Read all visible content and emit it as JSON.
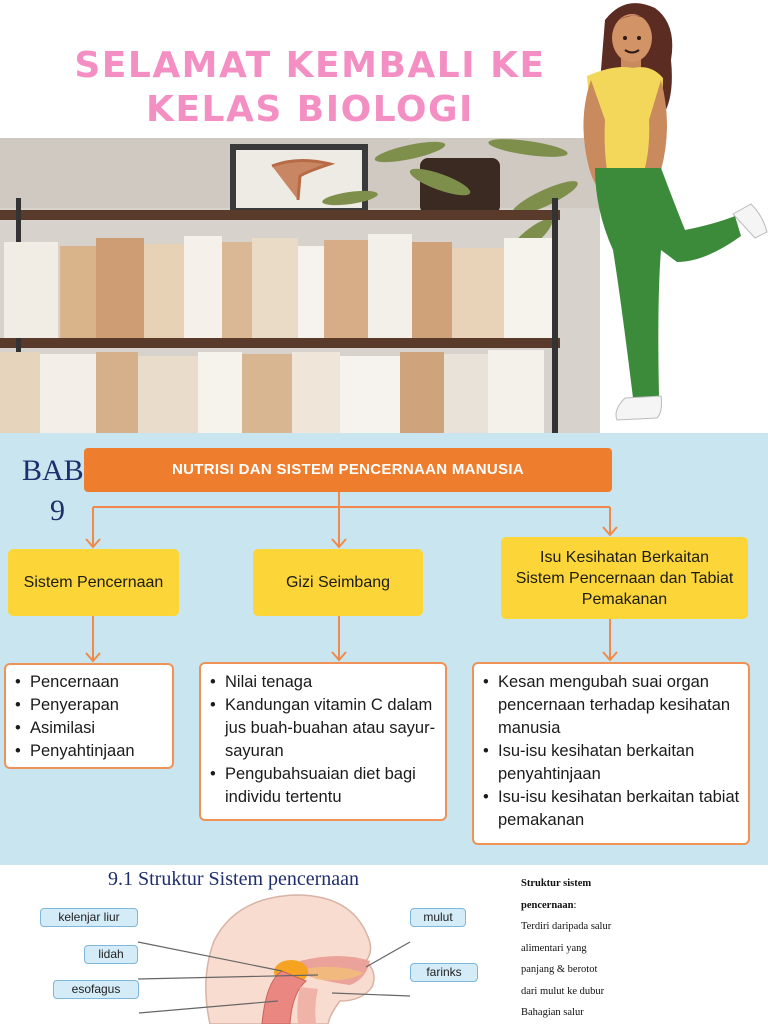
{
  "intro": {
    "title_line1": "SELAMAT KEMBALI KE",
    "title_line2": "KELAS BIOLOGI",
    "title_color": "#f48fc4",
    "photo": "bookshelf-with-plant-and-framed-leaf",
    "illustration": "girl-waving-icon"
  },
  "chapter": {
    "label": "BAB",
    "number": "9",
    "heading": "NUTRISI DAN SISTEM PENCERNAAN MANUSIA",
    "heading_color": "#ef7d2e",
    "category_color": "#fcd638",
    "background": "#c9e6f0",
    "categories": [
      {
        "title": "Sistem Pencernaan",
        "items": [
          "Pencernaan",
          "Penyerapan",
          "Asimilasi",
          "Penyahtinjaan"
        ]
      },
      {
        "title": "Gizi Seimbang",
        "items": [
          "Nilai tenaga",
          "Kandungan vitamin C dalam jus buah-buahan atau sayur-sayuran",
          "Pengubahsuaian diet bagi individu tertentu"
        ]
      },
      {
        "title": "Isu Kesihatan Berkaitan Sistem Pencernaan dan Tabiat Pemakanan",
        "items": [
          "Kesan mengubah suai organ pencernaan terhadap kesihatan manusia",
          "Isu-isu kesihatan berkaitan penyahtinjaan",
          "Isu-isu kesihatan berkaitan tabiat pemakanan"
        ]
      }
    ]
  },
  "structure": {
    "title": "9.1 Struktur Sistem pencernaan",
    "labels": {
      "kelenjar_liur": "kelenjar liur",
      "lidah": "lidah",
      "esofagus": "esofagus",
      "mulut": "mulut",
      "farinks": "farinks"
    },
    "notes": {
      "heading_line1": "Struktur sistem",
      "heading_line2": "pencernaan",
      "heading_suffix": ":",
      "lines": [
        "Terdiri daripada salur",
        "alimentari yang",
        "panjang & berotot",
        "dari mulut ke dubur",
        "Bahagian salur"
      ]
    }
  }
}
